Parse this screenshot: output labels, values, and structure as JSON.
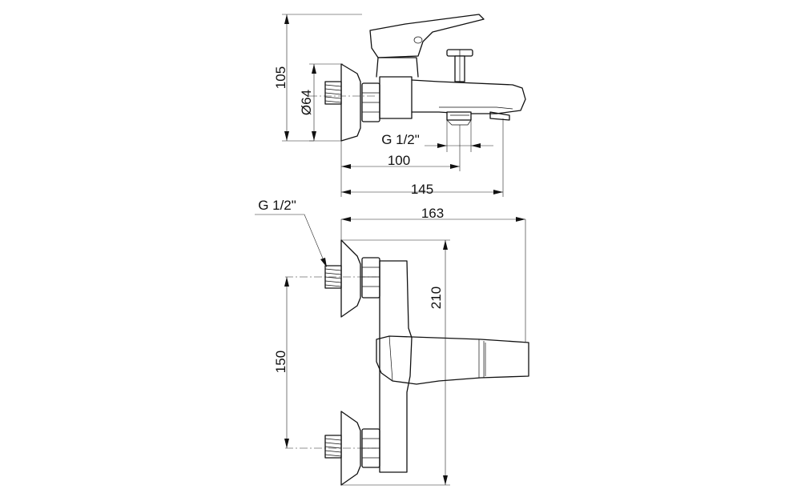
{
  "dimensions": {
    "side_height": "105",
    "flange_diameter": "Ø64",
    "spout_thread": "G 1/2\"",
    "spout_reach": "100",
    "overall_depth": "145",
    "inlet_thread": "G 1/2\"",
    "overall_width": "163",
    "overall_height": "210",
    "inlet_spacing": "150"
  }
}
